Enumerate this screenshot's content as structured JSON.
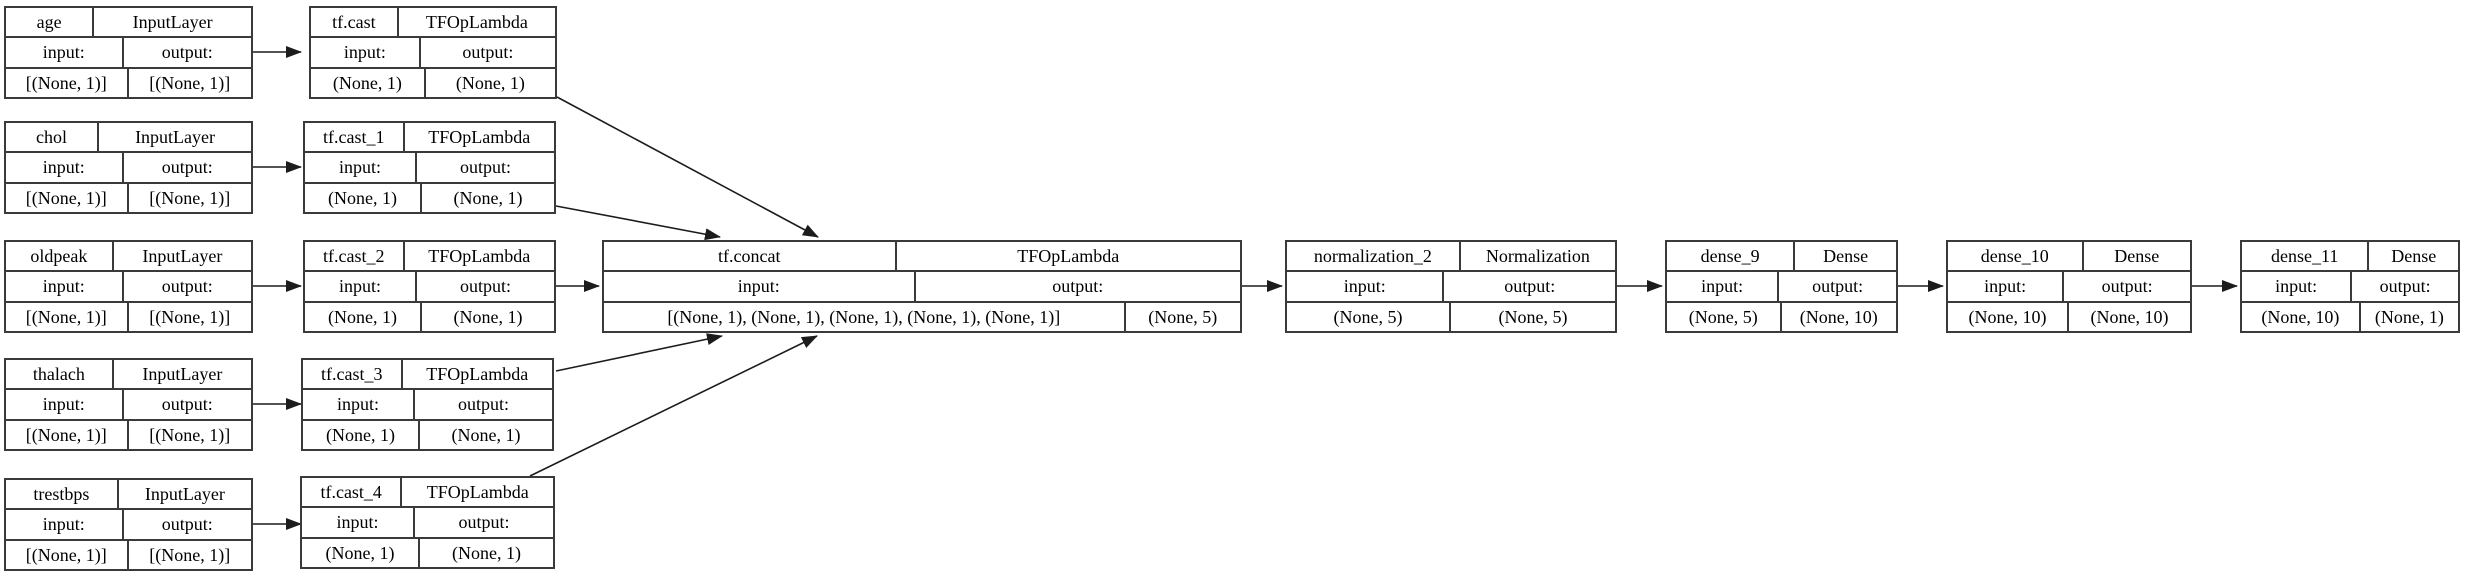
{
  "graph": {
    "title": "keras-model-architecture-diagram",
    "labels": {
      "input": "input:",
      "output": "output:"
    },
    "nodes": {
      "age": {
        "name": "age",
        "type": "InputLayer",
        "in": "[(None, 1)]",
        "out": "[(None, 1)]"
      },
      "cast": {
        "name": "tf.cast",
        "type": "TFOpLambda",
        "in": "(None, 1)",
        "out": "(None, 1)"
      },
      "chol": {
        "name": "chol",
        "type": "InputLayer",
        "in": "[(None, 1)]",
        "out": "[(None, 1)]"
      },
      "cast_1": {
        "name": "tf.cast_1",
        "type": "TFOpLambda",
        "in": "(None, 1)",
        "out": "(None, 1)"
      },
      "oldpeak": {
        "name": "oldpeak",
        "type": "InputLayer",
        "in": "[(None, 1)]",
        "out": "[(None, 1)]"
      },
      "cast_2": {
        "name": "tf.cast_2",
        "type": "TFOpLambda",
        "in": "(None, 1)",
        "out": "(None, 1)"
      },
      "thalach": {
        "name": "thalach",
        "type": "InputLayer",
        "in": "[(None, 1)]",
        "out": "[(None, 1)]"
      },
      "cast_3": {
        "name": "tf.cast_3",
        "type": "TFOpLambda",
        "in": "(None, 1)",
        "out": "(None, 1)"
      },
      "trestbps": {
        "name": "trestbps",
        "type": "InputLayer",
        "in": "[(None, 1)]",
        "out": "[(None, 1)]"
      },
      "cast_4": {
        "name": "tf.cast_4",
        "type": "TFOpLambda",
        "in": "(None, 1)",
        "out": "(None, 1)"
      },
      "concat": {
        "name": "tf.concat",
        "type": "TFOpLambda",
        "in": "[(None, 1), (None, 1), (None, 1), (None, 1), (None, 1)]",
        "out": "(None, 5)"
      },
      "normalization_2": {
        "name": "normalization_2",
        "type": "Normalization",
        "in": "(None, 5)",
        "out": "(None, 5)"
      },
      "dense_9": {
        "name": "dense_9",
        "type": "Dense",
        "in": "(None, 5)",
        "out": "(None, 10)"
      },
      "dense_10": {
        "name": "dense_10",
        "type": "Dense",
        "in": "(None, 10)",
        "out": "(None, 10)"
      },
      "dense_11": {
        "name": "dense_11",
        "type": "Dense",
        "in": "(None, 10)",
        "out": "(None, 1)"
      }
    },
    "edges": [
      {
        "from": "age",
        "to": "cast"
      },
      {
        "from": "chol",
        "to": "cast_1"
      },
      {
        "from": "oldpeak",
        "to": "cast_2"
      },
      {
        "from": "thalach",
        "to": "cast_3"
      },
      {
        "from": "trestbps",
        "to": "cast_4"
      },
      {
        "from": "cast",
        "to": "concat"
      },
      {
        "from": "cast_1",
        "to": "concat"
      },
      {
        "from": "cast_2",
        "to": "concat"
      },
      {
        "from": "cast_3",
        "to": "concat"
      },
      {
        "from": "cast_4",
        "to": "concat"
      },
      {
        "from": "concat",
        "to": "normalization_2"
      },
      {
        "from": "normalization_2",
        "to": "dense_9"
      },
      {
        "from": "dense_9",
        "to": "dense_10"
      },
      {
        "from": "dense_10",
        "to": "dense_11"
      }
    ],
    "colors": {
      "background": "#ffffff",
      "box_border": "#3a3a3a",
      "edge": "#1c1c1c",
      "text": "#000000"
    }
  }
}
